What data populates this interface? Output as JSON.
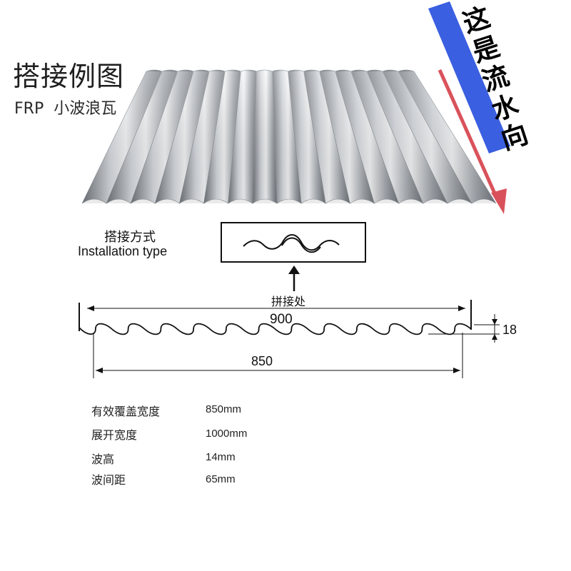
{
  "header": {
    "title": "搭接例图",
    "subtitle": "FRP  小波浪瓦"
  },
  "flow_direction": {
    "label_chars": [
      "这",
      "是",
      "流",
      "水",
      "向"
    ],
    "blue_band_color": "#3a5fe0",
    "arrow_color": "#d9525b"
  },
  "installation": {
    "label_cn": "搭接方式",
    "label_en": "Installation type",
    "joint_label": "拼接处"
  },
  "dimensions": {
    "overall_width": "900",
    "cover_width": "850",
    "wave_height": "18"
  },
  "specs": [
    {
      "name": "有效覆盖宽度",
      "value": "850mm"
    },
    {
      "name": "展开宽度",
      "value": "1000mm"
    },
    {
      "name": "波高",
      "value": "14mm"
    },
    {
      "name": "波间距",
      "value": "65mm"
    }
  ],
  "colors": {
    "sheet_light": "#e9ecef",
    "sheet_dark": "#7d8288",
    "line": "#111111"
  }
}
